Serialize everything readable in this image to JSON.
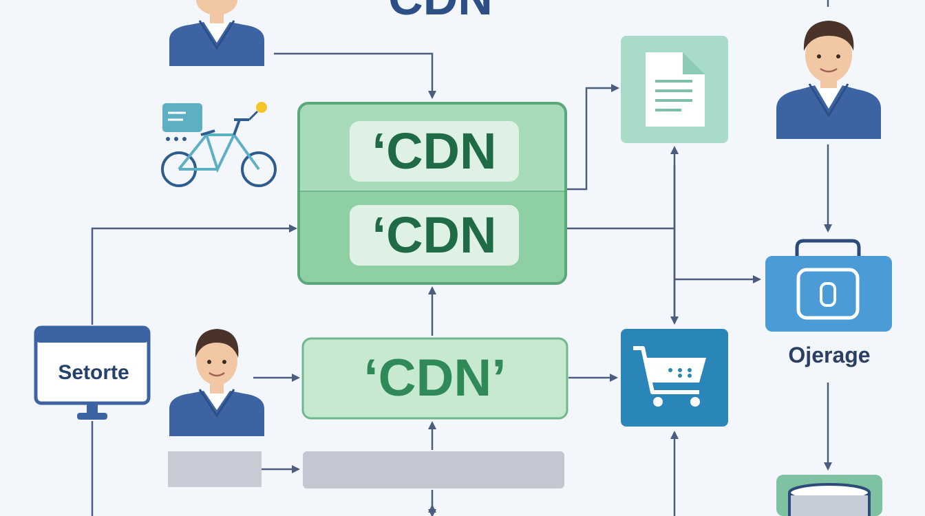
{
  "title": "CDN",
  "cdn_boxes": {
    "top_upper": "‘CDN",
    "top_lower": "‘CDN",
    "middle": "‘CDN’"
  },
  "monitor_label": "Setorte",
  "storage_label": "Ojerage",
  "icons": {
    "users": [
      "person-icon",
      "person-icon",
      "person-icon"
    ],
    "bicycle": "delivery-bicycle-icon",
    "document": "document-icon",
    "cart": "shopping-cart-icon",
    "briefcase": "storage-briefcase-icon",
    "monitor": "monitor-icon",
    "database": "database-icon"
  },
  "colors": {
    "cdn_green": "#8ecfa3",
    "cdn_text": "#1f6b45",
    "arrow": "#4a5d80",
    "title": "#2c4f86",
    "cart_tile": "#2a86b8",
    "storage_blue": "#4a9bd6"
  }
}
